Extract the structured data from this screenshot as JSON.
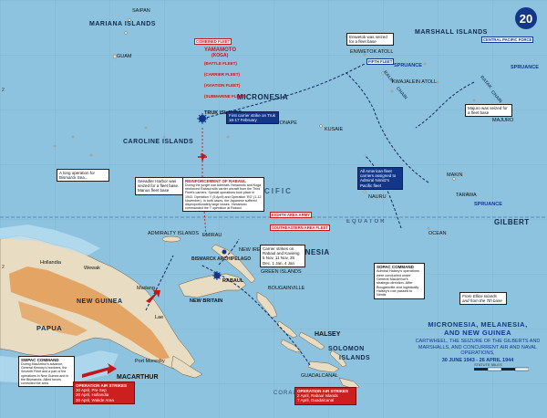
{
  "map_number": "20",
  "title": {
    "line1": "MICRONESIA, MELANESIA,",
    "line2": "AND NEW GUINEA",
    "subtitle": "CARTWHEEL, THE SEIZURE OF THE GILBERTS AND MARSHALLS, AND CONCURRENT AIR AND NAVAL OPERATIONS,",
    "dates": "30 JUNE 1943 - 26 APRIL 1944"
  },
  "regions": {
    "mariana": "MARIANA ISLANDS",
    "marshall": "MARSHALL ISLANDS",
    "caroline": "CAROLINE ISLANDS",
    "micronesia": "MICRONESIA",
    "melanesia": "MELANESIA",
    "gilbert": "GILBERT",
    "new_guinea": "NEW GUINEA",
    "papua": "PAPUA",
    "solomon": "SOLOMON",
    "solomon2": "ISLANDS",
    "pacific": "CIFIC",
    "equator": "EQUATOR",
    "bismarck": "BISMARCK ARCHIPELAGO",
    "coral_sea": "CORAL SEA",
    "ralik_chain": "RALIK",
    "ralik_chain2": "CHAIN",
    "ratak": "RATAK",
    "ratak2": "CHAIN"
  },
  "places": {
    "saipan": "SAIPAN",
    "guam": "GUAM",
    "truk": "TRUK ISLANDS",
    "ponape": "PONAPE",
    "kusaie": "KUSAIE",
    "eniwetok": "ENIWETOK ATOLL",
    "kwajalein": "KWAJALEIN ATOLL",
    "majuro": "MAJURO",
    "tarawa": "TARAWA",
    "makin": "MAKIN",
    "rabaul": "RABAUL",
    "new_britain": "NEW BRITAIN",
    "new_ireland": "NEW IRELAND",
    "hollandia": "Hollandia",
    "wewak": "Wewak",
    "madang": "Madang",
    "lae": "Lae",
    "port_moresby": "Port Moresby",
    "bougainville": "BOUGAINVILLE",
    "guadalcanal": "GUADALCANAL",
    "green_islands": "GREEN ISLANDS",
    "admiralty": "ADMIRALTY ISLANDS",
    "emirau": "EMIRAU",
    "halsey": "HALSEY",
    "macarthur": "MACARTHUR",
    "nauru": "NAURU",
    "ocean": "OCEAN"
  },
  "japanese_fleet": {
    "header": "COMBINED FLEET",
    "commander": "YAMAMOTO",
    "commander2": "(KOGA)",
    "items": [
      "(BATTLE FLEET)",
      "(CARRIER FLEET)",
      "(AVIATION FLEET)",
      "(SUBMARINE FLEET)"
    ]
  },
  "notes": {
    "truk_raid": "First carrier strike on Truk 16-17 February",
    "eniwetok": "Eniwetok was seized for a fleet base",
    "majuro": "Majuro was seized for a fleet base",
    "long_op": "A long operation for Bismarck Sea...",
    "seeadler": "Seeadler Harbor was seized for a fleet base. Manus fleet base",
    "reinforcement_header": "REINFORCEMENT OF RABAUL",
    "reinforcement_body": "During the jungle war Admirals Yamamoto and Koga reinforced Rabaul with carrier aircraft from the Third Fleet's carriers. Special operations took place in 1943. Operation 'I' (5 April) and Operation 'RO' (1-12 November). In both cases, the Japanese suffered disproportionately large losses. Yamamoto commanded the 'I' operation at Rabaul.",
    "eighth_area": "EIGHTH AREA ARMY",
    "southeastern": "SOUTHEASTERN AREA FLEET",
    "carrier_strikes": "Carrier strikes on Rabaul and Kavieng 5 Nov, 11 Nov, 25 Dec, 1 Jan, 4 Jan",
    "central_pacific_forces": "All American fleet carriers assigned to Admiral Nimitz's Pacific fleet",
    "sopac_header": "SOPAC COMMAND",
    "sopac_body": "Admiral Halsey's operations were conducted under General MacArthur's strategic direction. After Bougainville and logistically Halsey's role passed to Nimitz",
    "swpac_header": "SWPAC COMMAND",
    "swpac_body": "During MacArthur's advance, General Kenney's bombers, the Seventh Fleet and a part of the operations in New Guinea and in the Bismarcks. Allied forces controlled the area.",
    "from_ellice": "From Ellice Islands and from the 7th base",
    "fifth_fleet": "FIFTH FLEET",
    "central_pacific": "CENTRAL PACIFIC FORCE",
    "spruance": "SPRUANCE",
    "op_air1_header": "OPERATION AIR STRIKES",
    "op_air1_items": [
      "30 April, Pre Sep",
      "30 April, Hollandia",
      "30 April, Wakde Area"
    ],
    "op_air2_header": "OPERATION AIR STRIKES",
    "op_air2_items": [
      "2 April, Rabaul Islands",
      "7 April, Guadalcanal"
    ]
  },
  "scale_label": "STATUTE MILES",
  "axis": {
    "lat_left_top": "2",
    "lat_left_bottom": "2"
  },
  "colors": {
    "ocean": "#8ec3df",
    "land": "#e8dcc2",
    "shallow": "#b9def0",
    "highland": "#e39a52",
    "navy": "#12378a",
    "red": "#c0161d"
  }
}
